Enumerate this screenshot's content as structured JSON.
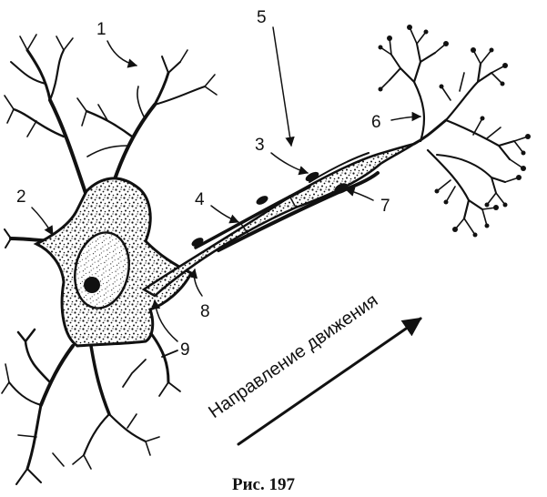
{
  "labels": [
    "1",
    "2",
    "3",
    "4",
    "5",
    "6",
    "7",
    "8",
    "9"
  ],
  "motion_label": "Направление движения",
  "caption": "Рис. 197"
}
